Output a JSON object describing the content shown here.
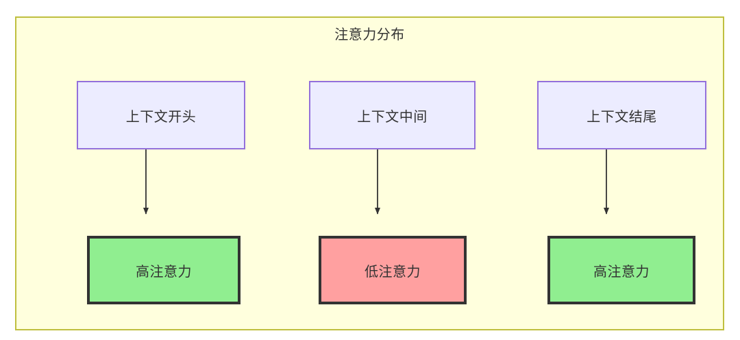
{
  "diagram": {
    "title": "注意力分布",
    "container": {
      "fill": "#ffffdd",
      "stroke": "#bfbf3f"
    },
    "context_nodes": [
      {
        "id": "ctx-start",
        "label": "上下文开头",
        "fill": "#ececff",
        "stroke": "#9370db"
      },
      {
        "id": "ctx-middle",
        "label": "上下文中间",
        "fill": "#ececff",
        "stroke": "#9370db"
      },
      {
        "id": "ctx-end",
        "label": "上下文结尾",
        "fill": "#ececff",
        "stroke": "#9370db"
      }
    ],
    "attention_nodes": [
      {
        "id": "attn-high-1",
        "label": "高注意力",
        "fill": "#90ee90",
        "stroke": "#333333"
      },
      {
        "id": "attn-low",
        "label": "低注意力",
        "fill": "#ffa0a0",
        "stroke": "#333333"
      },
      {
        "id": "attn-high-2",
        "label": "高注意力",
        "fill": "#90ee90",
        "stroke": "#333333"
      }
    ],
    "edges": [
      {
        "from": "上下文开头",
        "to": "高注意力",
        "label": ""
      },
      {
        "from": "上下文中间",
        "to": "低注意力",
        "label": ""
      },
      {
        "from": "上下文结尾",
        "to": "高注意力",
        "label": ""
      }
    ],
    "edge_color": "#333333"
  }
}
